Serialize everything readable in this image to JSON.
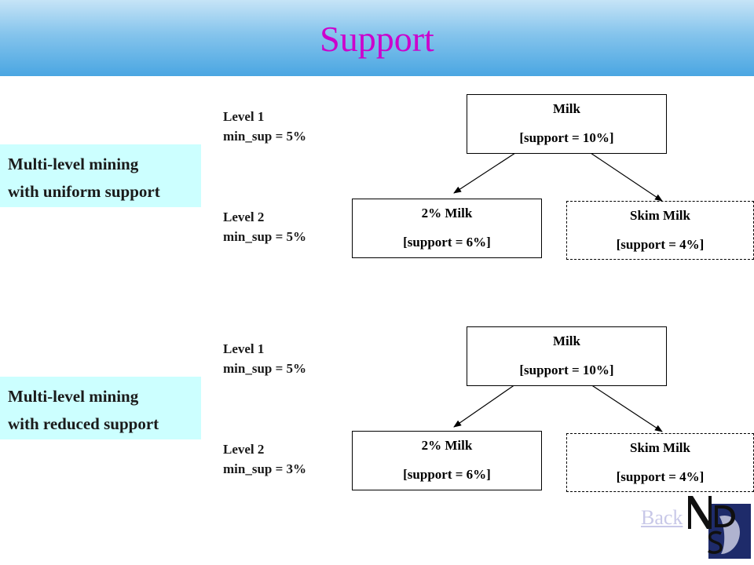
{
  "slide": {
    "title": "Support",
    "back_link": "Back"
  },
  "colors": {
    "title": "#cc00cc",
    "label_box_bg": "#ccffff",
    "header_top": "#c6e4f7",
    "header_bottom": "#4aa6e2",
    "back_link": "#c8c8e8"
  },
  "sections": [
    {
      "label_lines": [
        "Multi-level mining",
        "with uniform support"
      ],
      "level1": {
        "name": "Level 1",
        "min_sup": "min_sup = 5%"
      },
      "level2": {
        "name": "Level 2",
        "min_sup": "min_sup = 5%"
      },
      "root": {
        "name": "Milk",
        "support": "[support = 10%]"
      },
      "children": [
        {
          "name": "2% Milk",
          "support": "[support = 6%]",
          "border": "solid"
        },
        {
          "name": "Skim Milk",
          "support": "[support = 4%]",
          "border": "dashed"
        }
      ]
    },
    {
      "label_lines": [
        "Multi-level mining",
        "with reduced support"
      ],
      "level1": {
        "name": "Level 1",
        "min_sup": "min_sup = 5%"
      },
      "level2": {
        "name": "Level 2",
        "min_sup": "min_sup = 3%"
      },
      "root": {
        "name": "Milk",
        "support": "[support = 10%]"
      },
      "children": [
        {
          "name": "2% Milk",
          "support": "[support = 6%]",
          "border": "solid"
        },
        {
          "name": "Skim Milk",
          "support": "[support = 4%]",
          "border": "dashed"
        }
      ]
    }
  ],
  "logo_icon": "nd-logo-icon"
}
